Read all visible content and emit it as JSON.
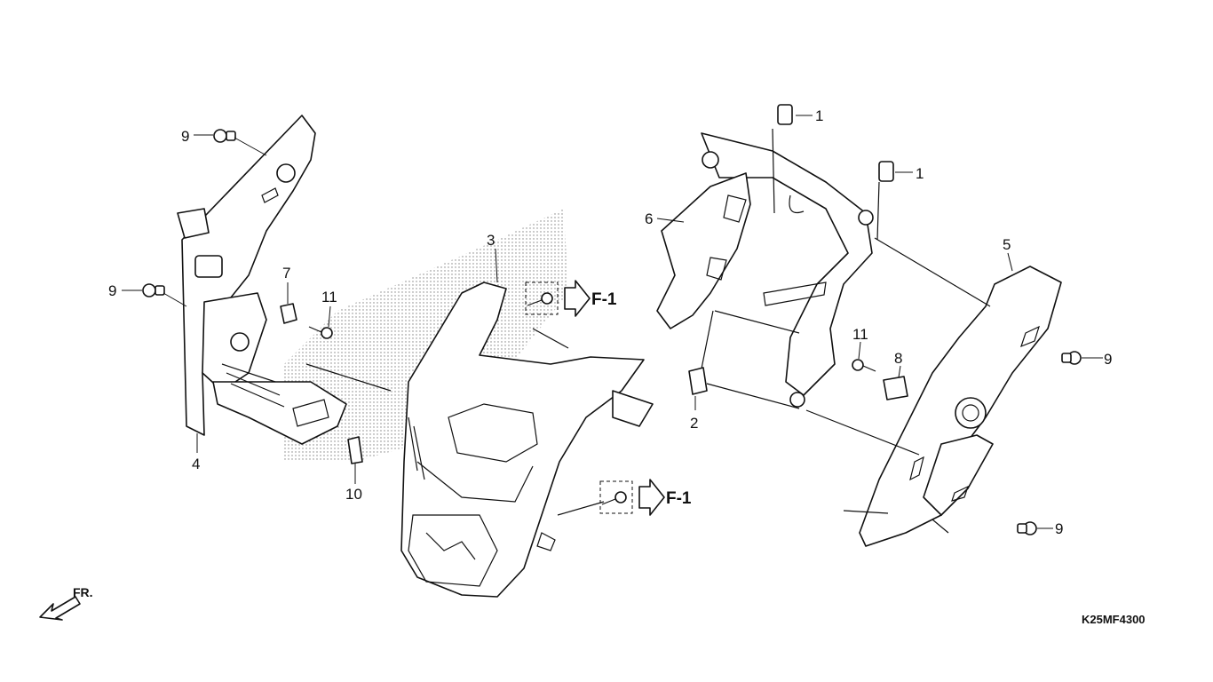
{
  "callouts": [
    {
      "id": "c1a",
      "text": "1"
    },
    {
      "id": "c1b",
      "text": "1"
    },
    {
      "id": "c2",
      "text": "2"
    },
    {
      "id": "c3",
      "text": "3"
    },
    {
      "id": "c4",
      "text": "4"
    },
    {
      "id": "c5",
      "text": "5"
    },
    {
      "id": "c6",
      "text": "6"
    },
    {
      "id": "c7",
      "text": "7"
    },
    {
      "id": "c8",
      "text": "8"
    },
    {
      "id": "c9a",
      "text": "9"
    },
    {
      "id": "c9b",
      "text": "9"
    },
    {
      "id": "c9c",
      "text": "9"
    },
    {
      "id": "c9d",
      "text": "9"
    },
    {
      "id": "c10",
      "text": "10"
    },
    {
      "id": "c11a",
      "text": "11"
    },
    {
      "id": "c11b",
      "text": "11"
    }
  ],
  "ref_labels": [
    "F-1",
    "F-1"
  ],
  "direction_label": "FR.",
  "diagram_code": "K25MF4300"
}
